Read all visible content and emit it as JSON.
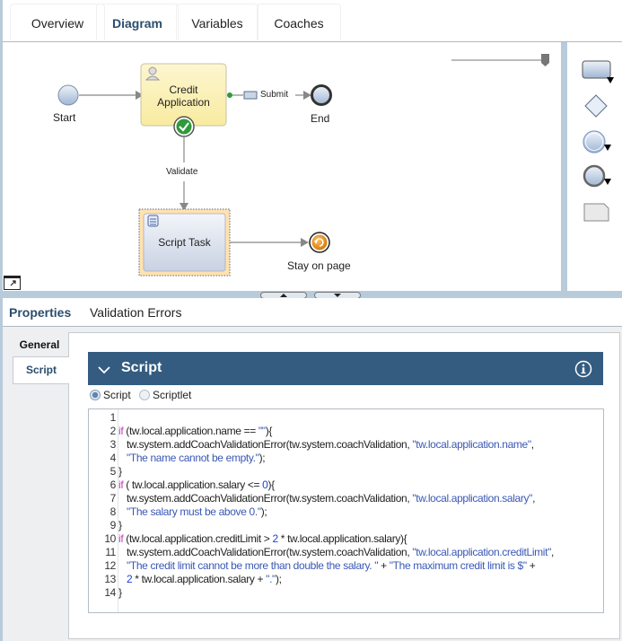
{
  "top_tabs": [
    {
      "label": "Overview",
      "active": false
    },
    {
      "label": "Diagram",
      "active": true
    },
    {
      "label": "Variables",
      "active": false
    },
    {
      "label": "Coaches",
      "active": false
    }
  ],
  "diagram": {
    "nodes": {
      "start": "Start",
      "credit_application_line1": "Credit",
      "credit_application_line2": "Application",
      "end": "End",
      "script_task": "Script Task",
      "stay_on_page": "Stay on page"
    },
    "flows": {
      "submit": "Submit",
      "validate": "Validate"
    }
  },
  "palette": {
    "items": [
      "activity-icon",
      "gateway-icon",
      "start-event-icon",
      "end-event-icon",
      "note-icon"
    ]
  },
  "properties_tabs": [
    {
      "label": "Properties",
      "active": true
    },
    {
      "label": "Validation Errors",
      "active": false
    }
  ],
  "side_tabs": [
    {
      "label": "General",
      "active": false
    },
    {
      "label": "Script",
      "active": true
    }
  ],
  "section": {
    "title": "Script",
    "info_icon": "info-icon"
  },
  "script_type": {
    "options": [
      "Script",
      "Scriptlet"
    ],
    "selected": "Script"
  },
  "colors": {
    "section_header": "#335c80",
    "active_tab_text": "#2b4d6e",
    "splitter": "#b7cbdb",
    "string_literal": "#3a58b5",
    "keyword": "#c23ab5"
  },
  "code": {
    "line_numbers": [
      "1",
      "2",
      "3",
      "4",
      "5",
      "6",
      "7",
      "8",
      "9",
      "10",
      "11",
      "12",
      "13",
      "14"
    ],
    "lines": [
      "",
      "if (tw.local.application.name == \"\"){",
      "   tw.system.addCoachValidationError(tw.system.coachValidation, \"tw.local.application.name\",",
      "   \"The name cannot be empty.\");",
      "}",
      "if ( tw.local.application.salary <= 0){",
      "   tw.system.addCoachValidationError(tw.system.coachValidation, \"tw.local.application.salary\",",
      "   \"The salary must be above 0.\");",
      "}",
      "if (tw.local.application.creditLimit > 2 * tw.local.application.salary){",
      "   tw.system.addCoachValidationError(tw.system.coachValidation, \"tw.local.application.creditLimit\",",
      "   \"The credit limit cannot be more than double the salary. \" + \"The maximum credit limit is $\" +",
      "   2 * tw.local.application.salary + \".\");",
      "}"
    ],
    "segments": {
      "l2": {
        "kw": "if",
        "a": " (tw.local.application.name == ",
        "s": "\"\"",
        "b": "){"
      },
      "l3": {
        "a": "   tw.system.addCoachValidationError(tw.system.coachValidation, ",
        "s": "\"tw.local.application.name\"",
        "b": ","
      },
      "l4": {
        "s": "   \"The name cannot be empty.\"",
        "b": ");"
      },
      "l5": {
        "a": "}"
      },
      "l6": {
        "kw": "if",
        "a": " ( tw.local.application.salary <= ",
        "n": "0",
        "b": "){"
      },
      "l7": {
        "a": "   tw.system.addCoachValidationError(tw.system.coachValidation, ",
        "s": "\"tw.local.application.salary\"",
        "b": ","
      },
      "l8": {
        "s": "   \"The salary must be above 0.\"",
        "b": ");"
      },
      "l9": {
        "a": "}"
      },
      "l10": {
        "kw": "if",
        "a": " (tw.local.application.creditLimit > ",
        "n": "2",
        "b": " * tw.local.application.salary){"
      },
      "l11": {
        "a": "   tw.system.addCoachValidationError(tw.system.coachValidation, ",
        "s": "\"tw.local.application.creditLimit\"",
        "b": ","
      },
      "l12": {
        "s": "   \"The credit limit cannot be more than double the salary. \"",
        "a": " + ",
        "s2": "\"The maximum credit limit is $\"",
        "b": " +"
      },
      "l13": {
        "n": "   2",
        "a": " * tw.local.application.salary + ",
        "s": "\".\"",
        "b": ");"
      },
      "l14": {
        "a": "}"
      }
    }
  }
}
